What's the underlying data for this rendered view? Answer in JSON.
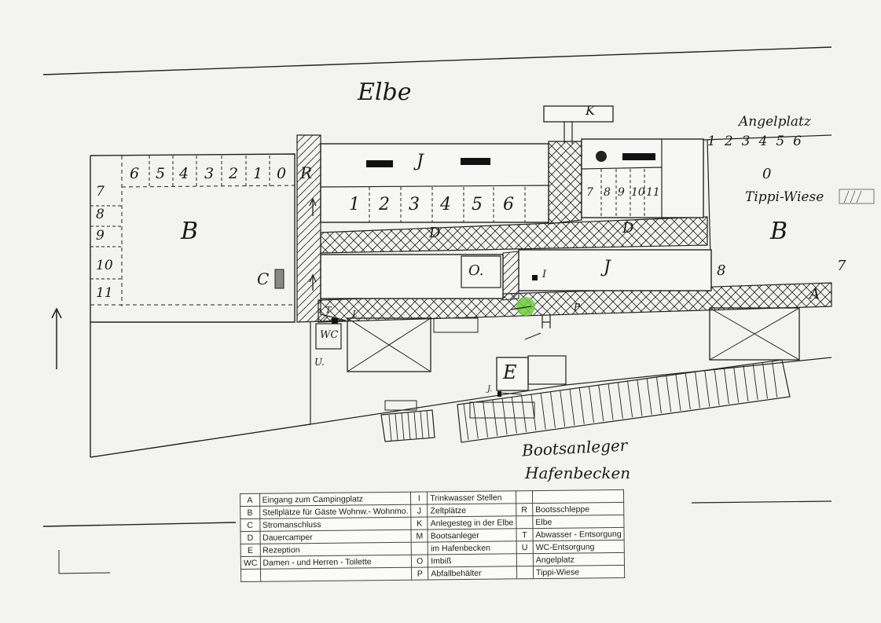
{
  "map": {
    "river_label": "Elbe",
    "harbor_label_1": "Bootsanleger",
    "harbor_label_2": "Hafenbecken",
    "angelplatz_label": "Angelplatz",
    "angelplatz_spots": [
      "1",
      "2",
      "3",
      "4",
      "5",
      "6"
    ],
    "tippi_label": "Tippi-Wiese",
    "tippi_zero": "0",
    "zone_b_left": "B",
    "zone_b_right": "B",
    "zone_c": "C",
    "zone_d_left": "D",
    "zone_d_right": "D",
    "zone_j_top": "J",
    "zone_j_middle": "J",
    "zone_o": "O.",
    "zone_k": "K",
    "zone_r": "R",
    "zone_a": "A",
    "zone_e": "E",
    "zone_wc": "WC",
    "zone_t": "T",
    "zone_u": "U.",
    "zone_i": "I",
    "zone_p": "P",
    "zone_j_small": "J.",
    "zone_j_bottom": "J.",
    "num_8": "8",
    "num_7": "7",
    "row_top_left": [
      "6",
      "5",
      "4",
      "3",
      "2",
      "1",
      "0"
    ],
    "col_left": [
      "7",
      "8",
      "9",
      "10",
      "11"
    ],
    "row_center": [
      "1",
      "2",
      "3",
      "4",
      "5",
      "6"
    ],
    "row_right": [
      "7",
      "8",
      "9",
      "10",
      "11"
    ],
    "colors": {
      "ink": "#1a1a1a",
      "paper": "#f3f3f1",
      "marker": "#6ccf3a"
    }
  },
  "legend": {
    "rows": [
      [
        "A",
        "Eingang zum Campingplatz",
        "I",
        "Trinkwasser Stellen",
        "",
        ""
      ],
      [
        "B",
        "Stellplätze für Gäste Wohnw.- Wohnmo.",
        "J",
        "Zeltplätze",
        "R",
        "Bootsschleppe"
      ],
      [
        "C",
        "Stromanschluss",
        "K",
        "Anlegesteg in der Elbe",
        "",
        "Elbe"
      ],
      [
        "D",
        "Dauercamper",
        "M",
        "Bootsanleger",
        "T",
        "Abwasser - Entsorgung"
      ],
      [
        "E",
        "Rezeption",
        "",
        "im Hafenbecken",
        "U",
        "WC-Entsorgung"
      ],
      [
        "WC",
        "Damen - und Herren - Toilette",
        "O",
        "Imbiß",
        "",
        "Angelplatz"
      ],
      [
        "",
        "",
        "P",
        "Abfallbehälter",
        "",
        "Tippi-Wiese"
      ]
    ]
  }
}
